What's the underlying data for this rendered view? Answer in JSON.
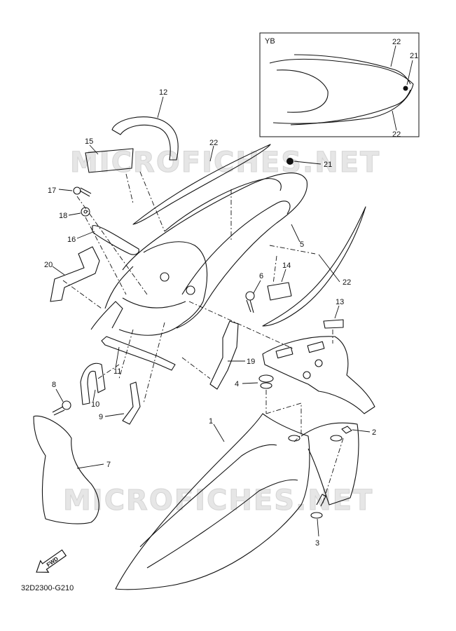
{
  "watermark": "MICROFICHES.NET",
  "diagram_code": "32D2300-G210",
  "fwd_label": "FWD",
  "inset": {
    "label": "YB",
    "callouts": {
      "a": "22",
      "b": "21",
      "c": "22"
    }
  },
  "callouts": {
    "c1": "1",
    "c2": "2",
    "c3": "3",
    "c4": "4",
    "c5": "5",
    "c6": "6",
    "c7": "7",
    "c8": "8",
    "c9": "9",
    "c10": "10",
    "c11": "11",
    "c12": "12",
    "c13": "13",
    "c14": "14",
    "c15": "15",
    "c16": "16",
    "c17": "17",
    "c18": "18",
    "c19": "19",
    "c20": "20",
    "c21": "21",
    "c22a": "22",
    "c22b": "22"
  }
}
